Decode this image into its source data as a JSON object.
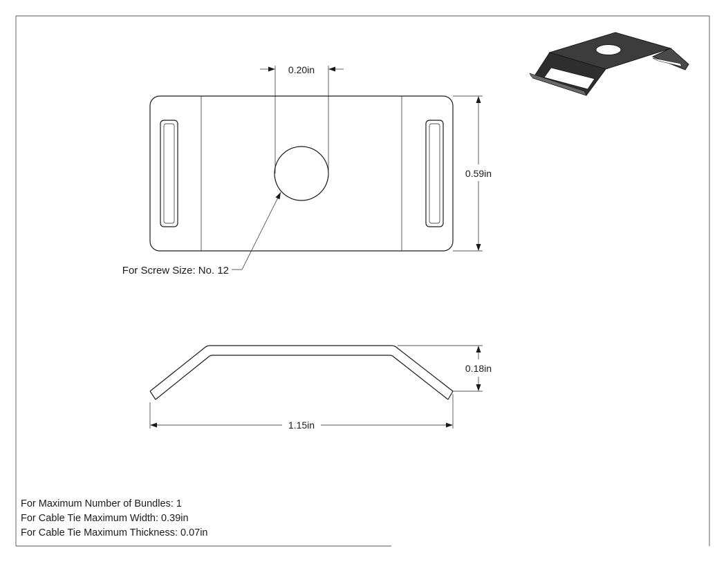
{
  "dimensions": {
    "hole_spacing": "0.20in",
    "height": "0.59in",
    "profile_height": "0.18in",
    "overall_length": "1.15in"
  },
  "callout": {
    "screw_size": "For Screw Size: No. 12"
  },
  "notes": [
    "For Maximum Number of Bundles: 1",
    "For Cable Tie Maximum Width: 0.39in",
    "For Cable Tie Maximum Thickness: 0.07in"
  ],
  "colors": {
    "line": "#1a1a1a",
    "background": "#ffffff",
    "render_dark": "#3a3a3a",
    "render_mid": "#5a5a5a"
  }
}
